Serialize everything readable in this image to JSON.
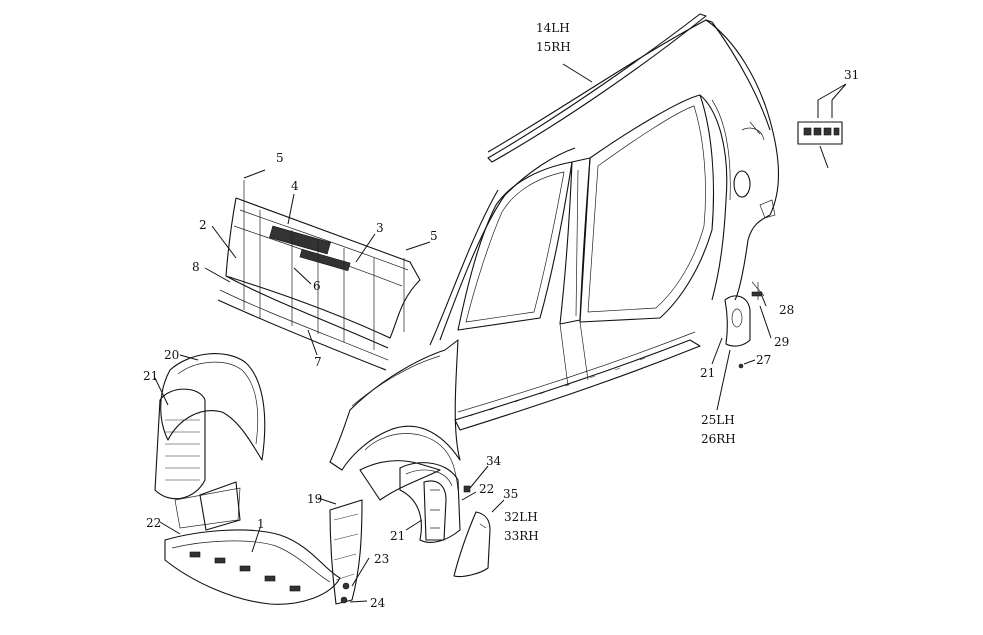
{
  "colors": {
    "ink": "#111111",
    "background": "#ffffff"
  },
  "callouts": {
    "c1": "1",
    "c2": "2",
    "c3": "3",
    "c4": "4",
    "c5a": "5",
    "c5b": "5",
    "c6": "6",
    "c7": "7",
    "c8": "8",
    "c14": "14LH",
    "c15": "15RH",
    "c19": "19",
    "c20": "20",
    "c21a": "21",
    "c21b": "21",
    "c21c": "21",
    "c22a": "22",
    "c22b": "22",
    "c23": "23",
    "c24": "24",
    "c25": "25LH",
    "c26": "26RH",
    "c27": "27",
    "c28": "28",
    "c29": "29",
    "c31": "31",
    "c32": "32LH",
    "c33": "33RH",
    "c34": "34",
    "c35": "35"
  }
}
